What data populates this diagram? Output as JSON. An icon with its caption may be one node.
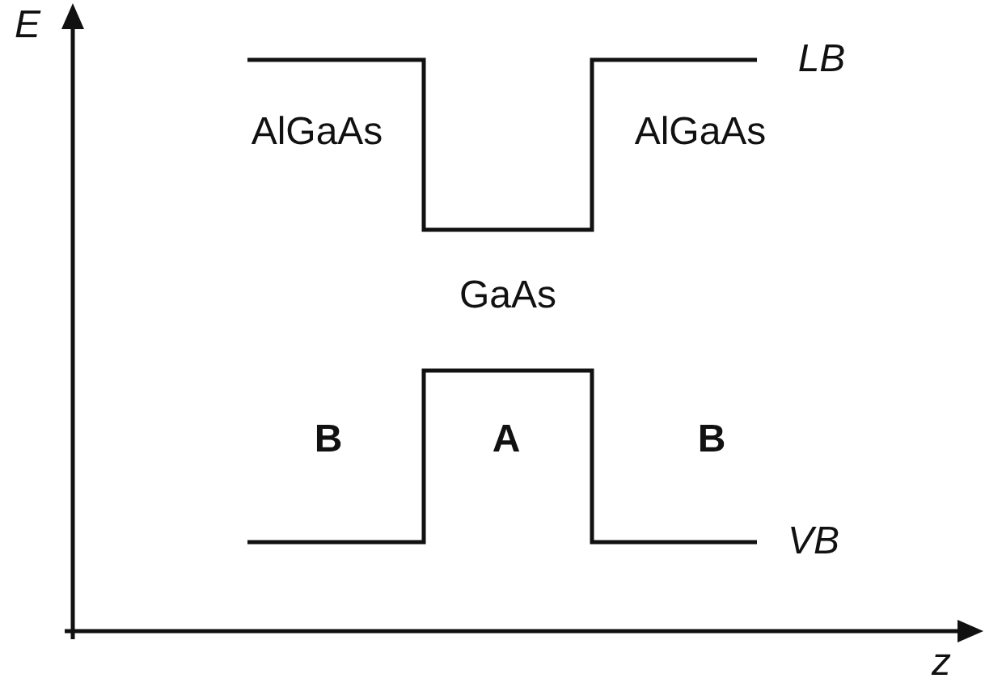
{
  "diagram": {
    "labels": [
      "E",
      "LB",
      "AlGaAs",
      "AlGaAs",
      "GaAs",
      "B",
      "A",
      "B",
      "VB",
      "z"
    ]
  }
}
